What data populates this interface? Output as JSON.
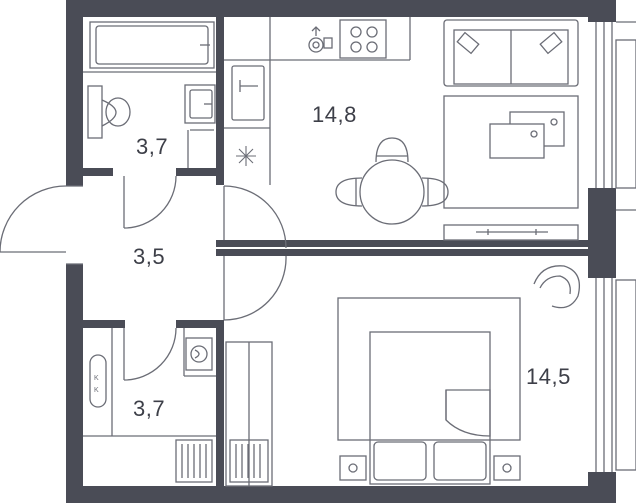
{
  "plan": {
    "wall_color": "#4a4c56",
    "line_color": "#6b6d76",
    "rooms": [
      {
        "id": "bathroom",
        "area": "3,7"
      },
      {
        "id": "living-kitchen",
        "area": "14,8"
      },
      {
        "id": "hallway",
        "area": "3,5"
      },
      {
        "id": "bedroom",
        "area": "14,5"
      },
      {
        "id": "washroom",
        "area": "3,7"
      }
    ]
  }
}
